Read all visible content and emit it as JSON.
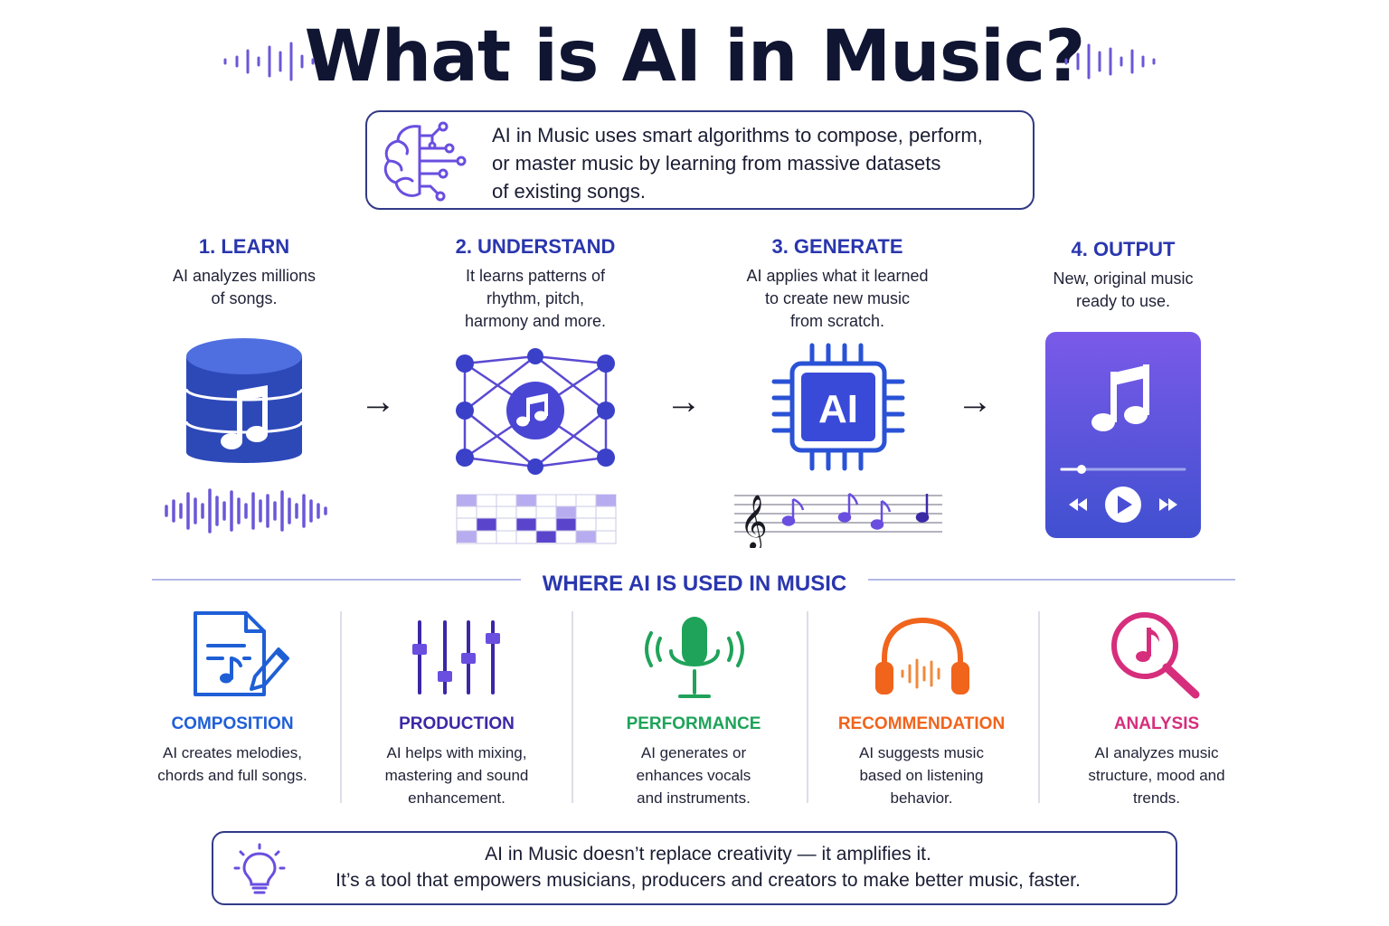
{
  "title": "What is AI in Music?",
  "intro": {
    "lines": [
      "AI in Music uses smart algorithms to compose, perform,",
      "or master music by learning from massive datasets",
      "of existing songs."
    ]
  },
  "steps": [
    {
      "title": "1. LEARN",
      "desc": [
        "AI analyzes millions",
        "of songs."
      ]
    },
    {
      "title": "2. UNDERSTAND",
      "desc": [
        "It learns patterns of",
        "rhythm, pitch,",
        "harmony and more."
      ]
    },
    {
      "title": "3. GENERATE",
      "desc": [
        "AI applies what it learned",
        "to create new music",
        "from scratch."
      ]
    },
    {
      "title": "4. OUTPUT",
      "desc": [
        "New, original music",
        "ready to use."
      ]
    }
  ],
  "chip_label": "AI",
  "arrow": "→",
  "section_title": "WHERE AI IS USED IN MUSIC",
  "uses": [
    {
      "title": "COMPOSITION",
      "color": "#1f5fd6",
      "desc": [
        "AI creates melodies,",
        "chords and full songs."
      ]
    },
    {
      "title": "PRODUCTION",
      "color": "#3b27a6",
      "desc": [
        "AI helps with mixing,",
        "mastering and sound",
        "enhancement."
      ]
    },
    {
      "title": "PERFORMANCE",
      "color": "#1fa35a",
      "desc": [
        "AI generates or",
        "enhances vocals",
        "and instruments."
      ]
    },
    {
      "title": "RECOMMENDATION",
      "color": "#f0641c",
      "desc": [
        "AI suggests music",
        "based on listening",
        "behavior."
      ]
    },
    {
      "title": "ANALYSIS",
      "color": "#d62e7c",
      "desc": [
        "AI analyzes music",
        "structure, mood and",
        "trends."
      ]
    }
  ],
  "footer": {
    "lines": [
      "AI in Music doesn’t replace creativity — it amplifies it.",
      "It’s a tool that empowers musicians, producers and creators to make better music, faster."
    ]
  },
  "colors": {
    "title": "#101532",
    "accent": "#2a36ae",
    "purple": "#6a4ee0",
    "database": "#2d49b8",
    "border": "#323a86"
  }
}
